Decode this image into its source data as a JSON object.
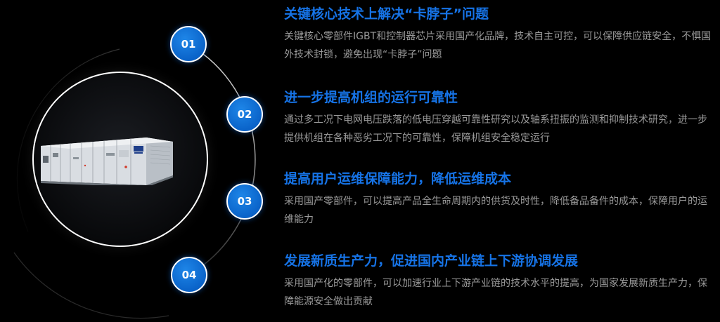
{
  "colors": {
    "background": "#000000",
    "accent": "#1673e6",
    "badge": "#0a63c9",
    "text_secondary": "#9a9a9a",
    "ring": "#ffffff"
  },
  "product_image": "power-converter-cabinet",
  "features": [
    {
      "number": "01",
      "title": "关键核心技术上解决“卡脖子”问题",
      "description": "关键核心零部件IGBT和控制器芯片采用国产化品牌，技术自主可控，可以保障供应链安全，不惧国外技术封锁，避免出现“卡脖子”问题"
    },
    {
      "number": "02",
      "title": "进一步提高机组的运行可靠性",
      "description": "通过多工况下电网电压跌落的低电压穿越可靠性研究以及轴系扭振的监测和抑制技术研究，进一步提供机组在各种恶劣工况下的可靠性，保障机组安全稳定运行"
    },
    {
      "number": "03",
      "title": "提高用户运维保障能力，降低运维成本",
      "description": "采用国产零部件，可以提高产品全生命周期内的供货及时性，降低备品备件的成本，保障用户的运维能力"
    },
    {
      "number": "04",
      "title": "发展新质生产力，促进国内产业链上下游协调发展",
      "description": "采用国产化的零部件，可以加速行业上下游产业链的技术水平的提高，为国家发展新质生产力，保障能源安全做出贡献"
    }
  ]
}
